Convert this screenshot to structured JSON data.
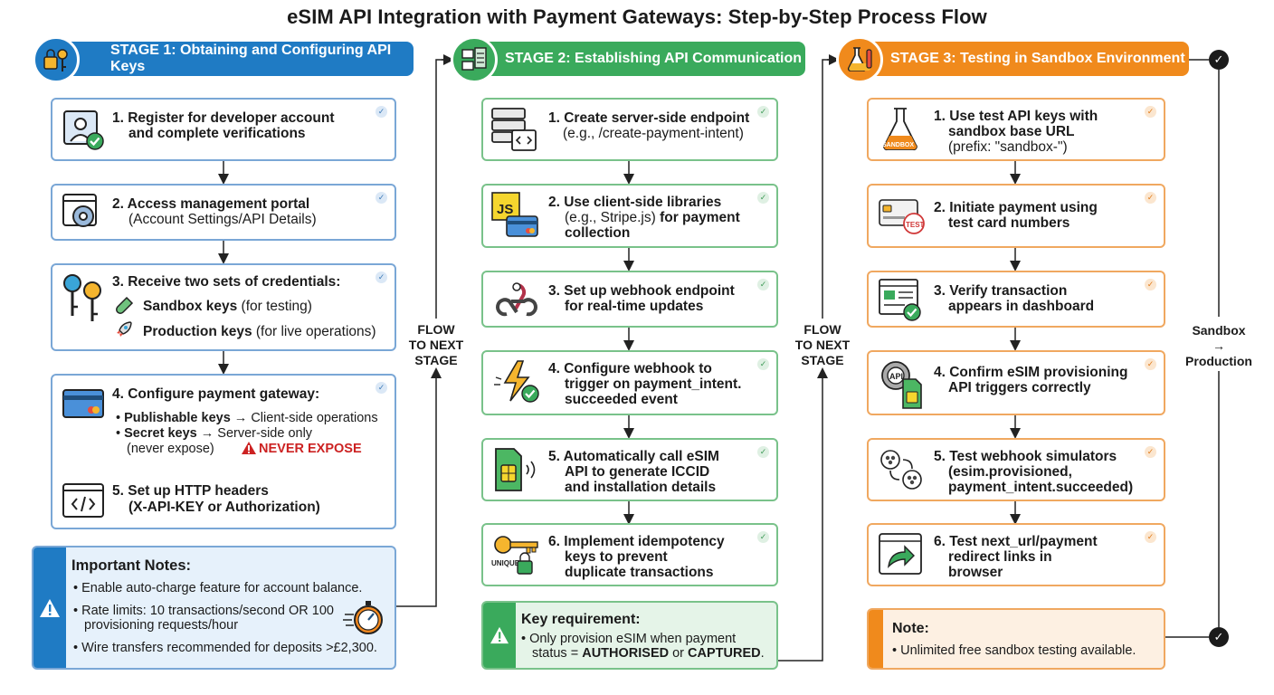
{
  "title": "eSIM API Integration with Payment Gateways: Step-by-Step Process Flow",
  "colors": {
    "stage1": "#1f7bc4",
    "stage2": "#3aaa5c",
    "stage3": "#f08a1c"
  },
  "stage1": {
    "label": "STAGE 1: Obtaining and Configuring API Keys",
    "step1": {
      "l1": "1. Register for developer account",
      "l2": "and complete verifications"
    },
    "step2": {
      "l1": "2. Access management portal",
      "l2": "(Account Settings/API Details)"
    },
    "step3": {
      "l1": "3. Receive two sets of credentials:",
      "sandbox_bold": "Sandbox keys",
      "sandbox_rest": " (for testing)",
      "prod_bold": "Production keys",
      "prod_rest": " (for live operations)"
    },
    "step4": {
      "l1": "4. Configure payment gateway:",
      "pub_bold": "Publishable keys",
      "pub_rest": " → Client-side operations",
      "sec_bold": "Secret keys",
      "sec_rest": " → Server-side only",
      "sec_l2": "(never expose)",
      "never_expose": "NEVER EXPOSE"
    },
    "step5": {
      "l1": "5. Set up HTTP headers",
      "l2": "(X-API-KEY or Authorization)"
    },
    "notes": {
      "heading": "Important Notes:",
      "n1": "Enable auto-charge feature for account balance.",
      "n2a": "Rate limits: 10 transactions/second OR 100",
      "n2b": "provisioning requests/hour",
      "n3": "Wire transfers recommended for deposits >£2,300."
    }
  },
  "stage2": {
    "label": "STAGE 2: Establishing API Communication",
    "step1": {
      "l1": "1. Create server-side endpoint",
      "l2": "(e.g., /create-payment-intent)"
    },
    "step2": {
      "l1": "2. Use client-side libraries",
      "l2a": "(e.g., Stripe.js)",
      "l2b": " for payment",
      "l3": "collection"
    },
    "step3": {
      "l1": "3. Set up webhook endpoint",
      "l2": "for real-time updates"
    },
    "step4": {
      "l1": "4. Configure webhook to",
      "l2": "trigger on payment_intent.",
      "l3": "succeeded event"
    },
    "step5": {
      "l1": "5. Automatically call eSIM",
      "l2": "API to generate ICCID",
      "l3": "and installation details"
    },
    "step6": {
      "l1": "6. Implement idempotency",
      "l2": "keys to prevent",
      "l3": "duplicate transactions",
      "icon_text": "UNIQUE"
    },
    "note": {
      "heading": "Key requirement:",
      "l1": "Only provision eSIM when payment",
      "l2a": "status = ",
      "l2b": "AUTHORISED",
      "l2c": " or ",
      "l2d": "CAPTURED",
      "l2e": "."
    }
  },
  "stage3": {
    "label": "STAGE 3: Testing in Sandbox Environment",
    "step1": {
      "l1": "1. Use test API keys with",
      "l2": "sandbox base URL",
      "l3": "(prefix: \"sandbox-\")",
      "icon_text": "SANDBOX"
    },
    "step2": {
      "l1": "2. Initiate payment using",
      "l2": "test card numbers",
      "icon_text": "TEST"
    },
    "step3": {
      "l1": "3. Verify transaction",
      "l2": "appears in dashboard"
    },
    "step4": {
      "l1": "4. Confirm eSIM provisioning",
      "l2": "API triggers correctly",
      "icon_text": "API"
    },
    "step5": {
      "l1": "5. Test webhook simulators",
      "l2": "(esim.provisioned,",
      "l3": "payment_intent.succeeded)"
    },
    "step6": {
      "l1": "6. Test next_url/payment",
      "l2": "redirect links in",
      "l3": "browser"
    },
    "note": {
      "heading": "Note:",
      "l1": "Unlimited free sandbox testing available."
    }
  },
  "flow": {
    "l1": "FLOW",
    "l2": "TO NEXT",
    "l3": "STAGE"
  },
  "sandbox_prod": {
    "l1": "Sandbox",
    "l2": "→",
    "l3": "Production"
  }
}
